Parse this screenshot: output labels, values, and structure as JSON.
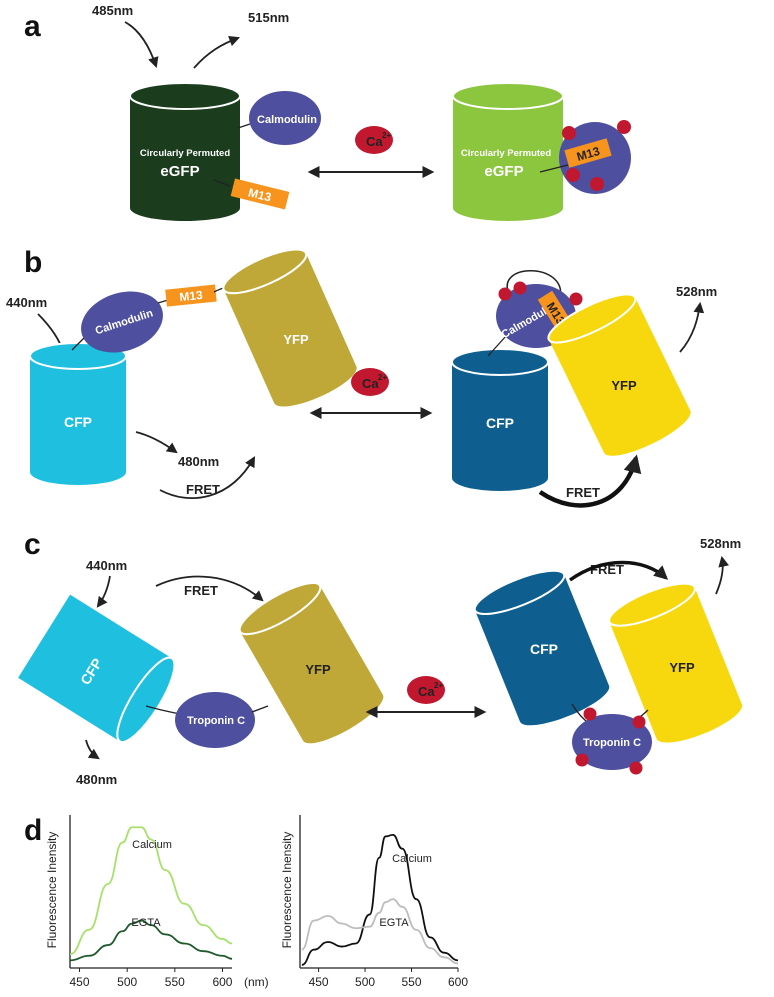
{
  "panels": {
    "a": {
      "letter": "a",
      "excitation": "485nm",
      "emission": "515nm",
      "protein_line1": "Circularly Permuted",
      "protein_line2": "eGFP",
      "calmodulin": "Calmodulin",
      "m13": "M13",
      "calcium": "Ca",
      "calcium_sup": "2+"
    },
    "b": {
      "letter": "b",
      "excitation": "440nm",
      "cfp_emission": "480nm",
      "yfp_emission": "528nm",
      "cfp": "CFP",
      "yfp": "YFP",
      "calmodulin": "Calmodulin",
      "m13": "M13",
      "fret": "FRET",
      "calcium": "Ca",
      "calcium_sup": "2+"
    },
    "c": {
      "letter": "c",
      "excitation": "440nm",
      "cfp_emission": "480nm",
      "yfp_emission": "528nm",
      "cfp": "CFP",
      "yfp": "YFP",
      "troponin": "Troponin C",
      "fret": "FRET",
      "calcium": "Ca",
      "calcium_sup": "2+"
    },
    "d": {
      "letter": "d"
    }
  },
  "colors": {
    "egfp_dark": "#1b3d1d",
    "egfp_light": "#8cc63f",
    "cfp_light": "#1fbfe0",
    "cfp_dark": "#0e5f8f",
    "yfp_olive": "#bfa838",
    "yfp_bright": "#f7d80f",
    "calmodulin": "#4e4f9f",
    "m13": "#f7941d",
    "calcium": "#c1182f",
    "curve_light_green": "#a6e26a",
    "curve_dark_green": "#1e5a2c",
    "curve_black": "#111111",
    "curve_gray": "#bdbdbd"
  },
  "chart_data": [
    {
      "type": "line",
      "ylabel": "Fluorescence Inensity",
      "xunit": "(nm)",
      "xlim": [
        440,
        610
      ],
      "ylim": [
        0,
        1
      ],
      "xticks": [
        "450",
        "500",
        "550",
        "600"
      ],
      "series": [
        {
          "name": "Calcium",
          "x": [
            440,
            460,
            480,
            495,
            505,
            515,
            525,
            540,
            560,
            580,
            600,
            610
          ],
          "y": [
            0.09,
            0.25,
            0.55,
            0.82,
            0.92,
            0.92,
            0.84,
            0.64,
            0.42,
            0.28,
            0.19,
            0.16
          ]
        },
        {
          "name": "EGTA",
          "x": [
            440,
            460,
            480,
            495,
            505,
            515,
            525,
            540,
            560,
            580,
            600,
            610
          ],
          "y": [
            0.05,
            0.08,
            0.15,
            0.24,
            0.29,
            0.31,
            0.28,
            0.22,
            0.16,
            0.11,
            0.08,
            0.06
          ]
        }
      ]
    },
    {
      "type": "line",
      "ylabel": "Fluorescence Inensity",
      "xunit": "(nm)",
      "xlim": [
        430,
        600
      ],
      "ylim": [
        0,
        1
      ],
      "xticks": [
        "450",
        "500",
        "550",
        "600"
      ],
      "series": [
        {
          "name": "Calcium",
          "x": [
            432,
            445,
            460,
            475,
            490,
            505,
            515,
            522,
            530,
            540,
            555,
            570,
            585,
            600
          ],
          "y": [
            0.02,
            0.12,
            0.17,
            0.14,
            0.16,
            0.35,
            0.72,
            0.86,
            0.87,
            0.78,
            0.45,
            0.2,
            0.1,
            0.05
          ]
        },
        {
          "name": "EGTA",
          "x": [
            432,
            445,
            460,
            475,
            490,
            505,
            515,
            522,
            530,
            540,
            555,
            570,
            585,
            600
          ],
          "y": [
            0.12,
            0.31,
            0.34,
            0.29,
            0.26,
            0.27,
            0.36,
            0.43,
            0.45,
            0.4,
            0.25,
            0.13,
            0.07,
            0.03
          ]
        }
      ]
    }
  ]
}
